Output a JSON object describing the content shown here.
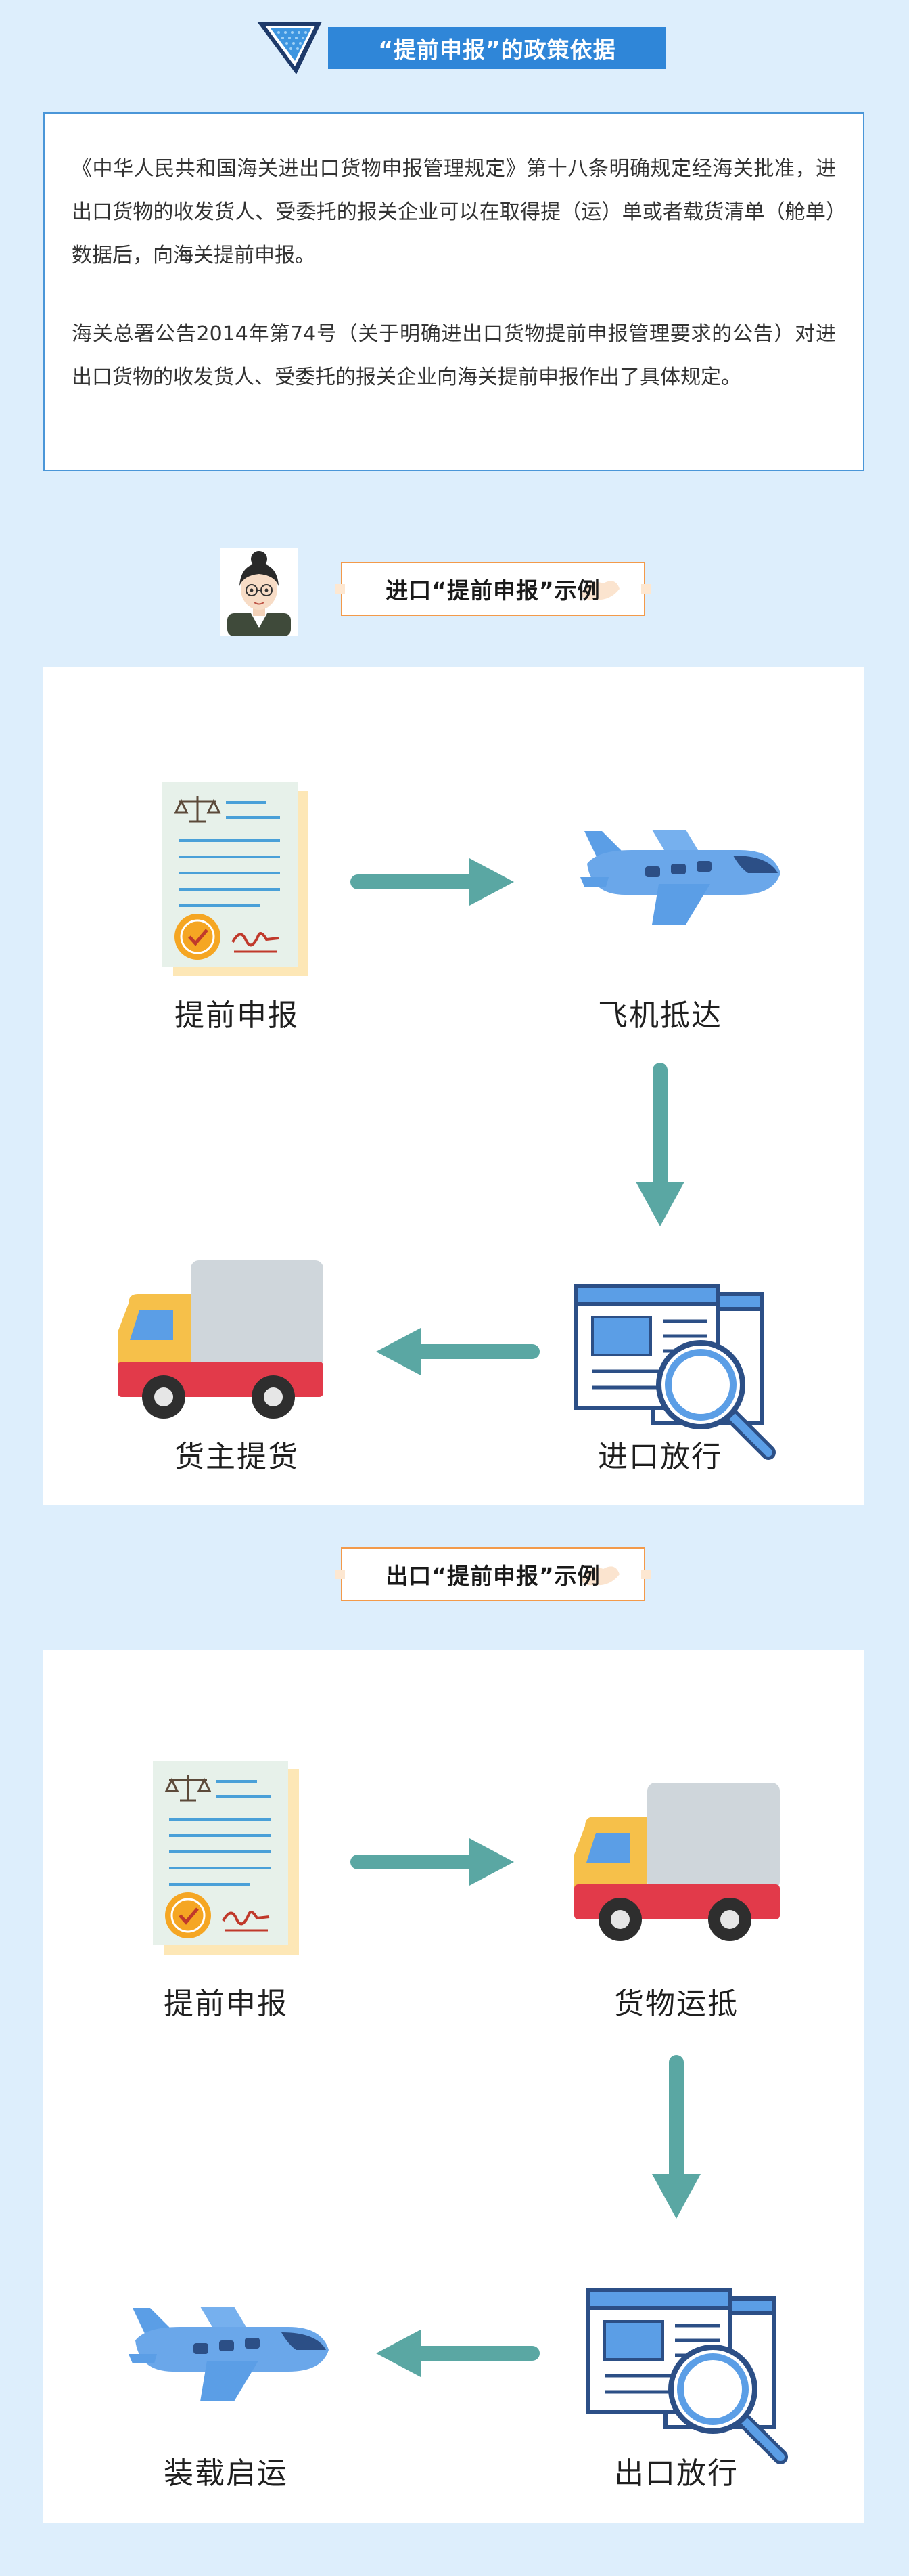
{
  "header": {
    "title": "“提前申报”的政策依据"
  },
  "policy": {
    "paragraph1": "《中华人民共和国海关进出口货物申报管理规定》第十八条明确规定经海关批准，进出口货物的收发货人、受委托的报关企业可以在取得提（运）单或者载货清单（舱单）数据后，向海关提前申报。",
    "paragraph2": "海关总署公告2014年第74号（关于明确进出口货物提前申报管理要求的公告）对进出口货物的收发货人、受委托的报关企业向海关提前申报作出了具体规定。"
  },
  "import_section": {
    "label": "进口“提前申报”示例",
    "steps": [
      "提前申报",
      "飞机抵达",
      "进口放行",
      "货主提货"
    ]
  },
  "export_section": {
    "label": "出口“提前申报”示例",
    "steps": [
      "提前申报",
      "货物运抵",
      "出口放行",
      "装载启运"
    ]
  },
  "colors": {
    "background": "#ddeefc",
    "banner": "#2f86d8",
    "arrow": "#5aa7a3",
    "label_border": "#f39a4a",
    "plane": "#5b9ee6",
    "truck_cab": "#f6c04a",
    "truck_body": "#e23a4a"
  },
  "icons": [
    "document-stamp-icon",
    "airplane-icon",
    "inspection-screen-icon",
    "delivery-truck-icon",
    "arrow-right-icon",
    "arrow-down-icon",
    "arrow-left-icon",
    "avatar-cartoon-icon"
  ]
}
